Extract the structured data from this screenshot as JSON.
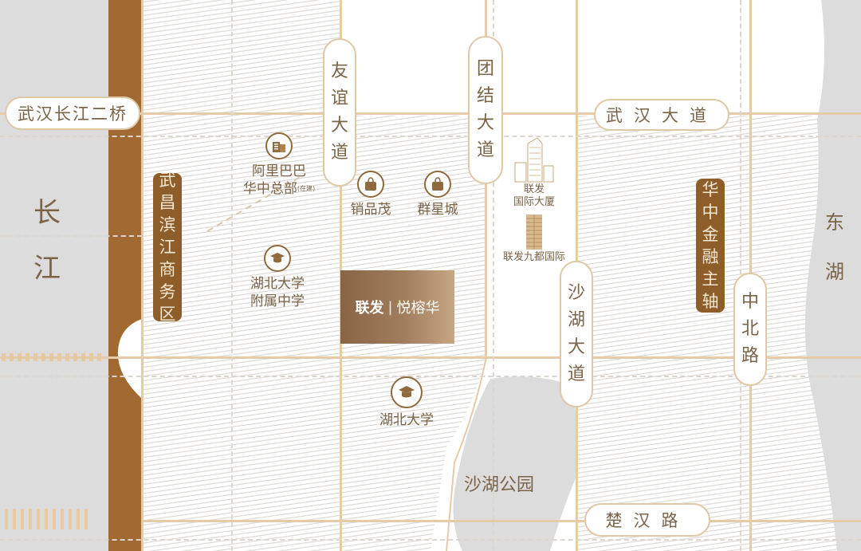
{
  "map": {
    "colors": {
      "water": "#dcdcdc",
      "road": "#e6cba8",
      "accent_brown": "#8e5e2a",
      "text_brown": "#7a6347",
      "hatch_line": "#d9d6d2",
      "project_gradient_start": "#8a6545",
      "project_gradient_end": "#c7a684"
    },
    "water": {
      "yangtze": [
        "长",
        "江"
      ],
      "east_lake": [
        "东",
        "湖"
      ],
      "shahu_park": "沙湖公园"
    },
    "roads_vertical": {
      "youyi": [
        "友",
        "谊",
        "大",
        "道"
      ],
      "tuanjie": [
        "团",
        "结",
        "大",
        "道"
      ],
      "shahu": [
        "沙",
        "湖",
        "大",
        "道"
      ],
      "zhongbei": [
        "中",
        "北",
        "路"
      ]
    },
    "roads_horizontal": {
      "bridge": "武汉长江二桥",
      "wuhan_avenue": "武汉大道",
      "chuhan_road": "楚汉路"
    },
    "zones": {
      "wuchang_riverside": [
        "武",
        "昌",
        "滨",
        "江",
        "商",
        "务",
        "区"
      ],
      "central_finance_axis": [
        "华",
        "中",
        "金",
        "融",
        "主",
        "轴"
      ]
    },
    "pois": {
      "alibaba": {
        "icon": "office-building-icon",
        "lines": [
          "阿里巴巴",
          "华中总部"
        ],
        "note": "(在建)"
      },
      "xiaopinmao": {
        "icon": "shopping-bag-icon",
        "lines": [
          "销品茂"
        ]
      },
      "qunxingcheng": {
        "icon": "shopping-bag-icon",
        "lines": [
          "群星城"
        ]
      },
      "hubu_high": {
        "icon": "graduation-cap-icon",
        "lines": [
          "湖北大学",
          "附属中学"
        ]
      },
      "hubei_univ": {
        "icon": "graduation-cap-icon",
        "lines": [
          "湖北大学"
        ]
      },
      "lianfa_tower": {
        "icon": "skyscraper-icon",
        "lines": [
          "联发",
          "国际大厦"
        ]
      },
      "lianfa_jiudu": {
        "icon": "tower-icon",
        "lines": [
          "联发九都国际"
        ]
      }
    },
    "project": {
      "brand": "联发",
      "separator": "|",
      "name": "悦榕华"
    }
  }
}
